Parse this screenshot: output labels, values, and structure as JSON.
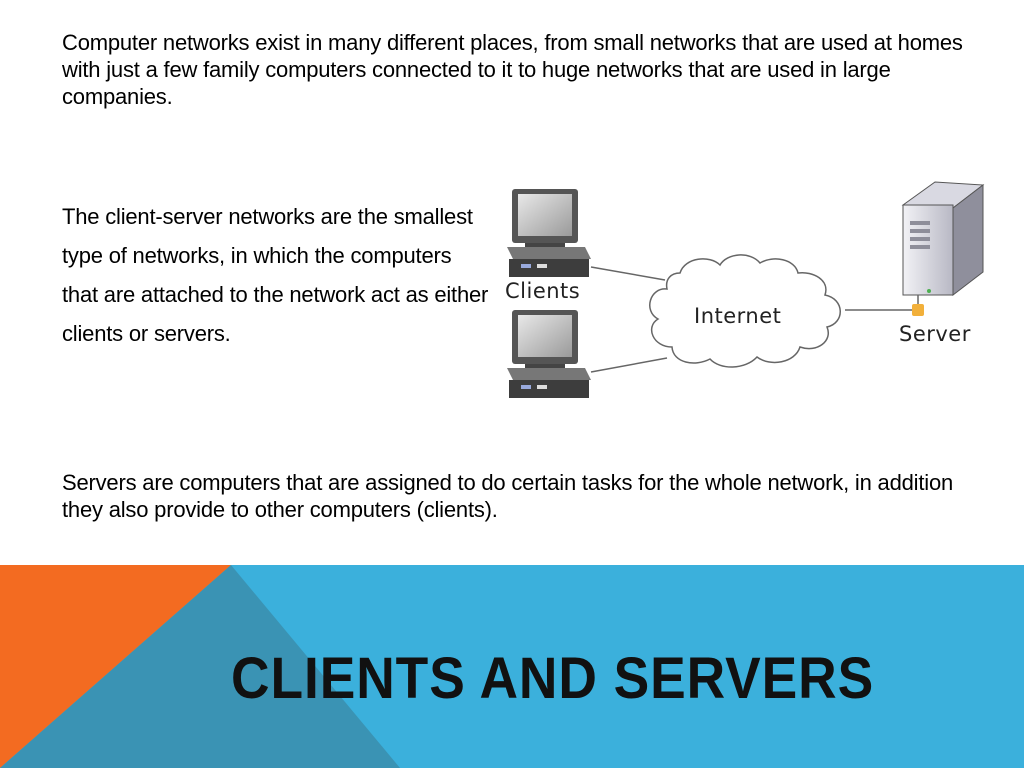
{
  "paragraphs": {
    "intro": "Computer networks exist in many different places, from small networks that are used at homes with just a few family computers connected to it to huge networks that are used in large companies.",
    "client_server": "The client-server networks are the smallest type of networks, in which the computers that are attached to the network act as either clients or servers.",
    "servers": "Servers are computers that are assigned to do certain tasks for the whole network, in addition they also provide to other computers (clients)."
  },
  "diagram": {
    "clients_label": "Clients",
    "internet_label": "Internet",
    "server_label": "Server",
    "icons": [
      "computer-icon",
      "computer-icon",
      "cloud-icon",
      "server-tower-icon"
    ]
  },
  "banner": {
    "title": "CLIENTS AND SERVERS"
  },
  "colors": {
    "background": "#ffffff",
    "banner_blue": "#3bb0dc",
    "banner_orange": "#f36b21",
    "banner_teal": "#3a93b4",
    "title_text": "#111111"
  }
}
